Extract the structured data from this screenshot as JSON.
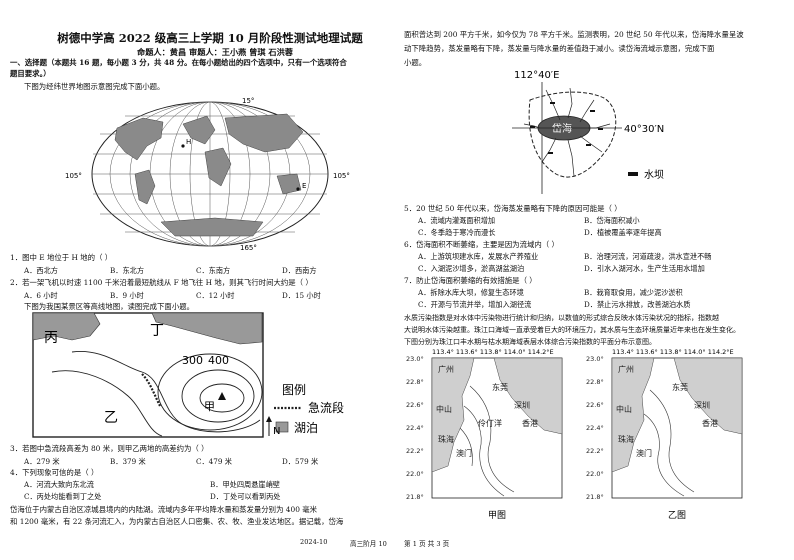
{
  "exam": {
    "title": "树德中学高 2022 级高三上学期 10 月阶段性测试地理试题",
    "authors": "命题人：黄昌   审题人：王小燕  曾琪  石洪蓉",
    "section_heading_1": "一、选择题（本题共 16 题，每小题 3 分，共 48 分。在每小题给出的四个选项中，只有一个选项符合",
    "section_heading_2": "题目要求。）",
    "intro_map": "下图为经纬世界地图示意图完成下面小题。"
  },
  "world_map": {
    "labels": {
      "top_lon": "15°",
      "left_lon": "105°",
      "right_lon": "105°",
      "bottom_lon": "165°",
      "point_e": "E",
      "point_h": "H"
    }
  },
  "questions": {
    "q1": {
      "stem": "1．图中 E 地位于 H 地的（        ）",
      "a": "A．西北方",
      "b": "B．东北方",
      "c": "C．东南方",
      "d": "D．西南方"
    },
    "q2": {
      "stem": "2．若一架飞机以时速 1100 千米沿着最短航线从 F 地飞往 H 地，则其飞行时间大约是（        ）",
      "a": "A．6 小时",
      "b": "B．9 小时",
      "c": "C．12 小时",
      "d": "D．15 小时"
    },
    "intro_contour": "下图为我国某景区等高线地图，读图完成下面小题。",
    "q3": {
      "stem": "3．若图中急流段高差为 80 米，则甲乙两地的高差约为（        ）",
      "a": "A．279 米",
      "b": "B．379 米",
      "c": "C．479 米",
      "d": "D．579 米"
    },
    "q4": {
      "stem": "4．下列现象可信的是（        ）",
      "a": "A．河流大致向东北流",
      "b": "B．甲处四周悬崖峭壁",
      "c": "C．丙处均能看到丁之处",
      "d": "D．丁处可以看到丙处"
    },
    "passage_1": "    岱海位于内蒙古自治区凉城县境内的内陆湖。流域内多年平均降水量和蒸发量分别为 400 毫米",
    "passage_2": "和 1200 毫米，有 22 条河流汇入，为内蒙古自治区人口密集、农、牧、渔业发达地区。据记载，岱海",
    "q5": {
      "stem": "5．20 世纪 50 年代以来，岱海蒸发量略有下降的原因可能是（        ）",
      "a": "A．流域内灌溉面积增加",
      "b": "B．岱海面积减小",
      "c": "C．冬季趋于寒冷而漫长",
      "d": "D．植被覆盖率逐年提高"
    },
    "q6": {
      "stem": "6．岱海面积不断萎缩，主要是因为流域内（        ）",
      "a": "A．上游筑坝建水库，发展水产养殖业",
      "b": "B．治理河流，河道疏浚，洪水宣泄不畅",
      "c": "C．入湖泥沙增多，淤高湖盆湖泊",
      "d": "D．引水入湖河水，生产生活用水增加"
    },
    "q7": {
      "stem": "7．防止岱海面积萎缩的有效措施是（        ）",
      "a": "A．拆除水库大坝，修复生态环境",
      "b": "B．栽育取食用，减少泥沙淤积",
      "c": "C．开源与节流并举，增加入湖径流",
      "d": "D．禁止污水排放，改善湖泊水质"
    },
    "passage_3": "    水质污染指数是对水体中污染物进行统计和归纳，以数值的形式综合反映水体污染状况的指标，指数越",
    "passage_4": "大说明水体污染越重。珠江口海域一直承受着巨大的环境压力，其水质与生态环境质量近年来也在发生变化。",
    "passage_5": "下图分别为珠江口丰水期与枯水期海域表层水体综合污染指数的平面分布示意图。"
  },
  "right_top": {
    "line1": "面积曾达到 200 平方千米，如今仅为 78 平方千米。监测表明，20 世纪 50 年代以来，岱海降水量呈波",
    "line2": "动下降趋势，蒸发量略有下降，蒸发量与降水量的差值趋于减小。读岱海流域示意图，完成下面",
    "line3": "小题。"
  },
  "daihai_map": {
    "lon_label": "112°40′E",
    "lat_label": "40°30′N",
    "lake_label": "岱海",
    "legend_dam": "水坝"
  },
  "contour_map": {
    "label_bing": "丙",
    "label_ding": "丁",
    "label_yi": "乙",
    "label_jia": "甲",
    "contour_300": "300",
    "contour_400": "400",
    "legend_title": "图例",
    "legend_rapids": "急流段",
    "legend_lake": "湖泊",
    "north": "N"
  },
  "prd_maps": {
    "top_ticks": "113.4° 113.6° 113.8° 114.0° 114.2°E",
    "lat_ticks": [
      "23.0°",
      "22.8°",
      "22.6°",
      "22.4°",
      "22.2°",
      "22.0°",
      "21.8°"
    ],
    "places": {
      "guangzhou": "广州",
      "dongguan": "东莞",
      "zhongshan": "中山",
      "shenzhen": "深圳",
      "hongkong": "香港",
      "zhuhai": "珠海",
      "macau": "澳门",
      "lingding": "伶仃洋"
    },
    "caption_a": "甲图",
    "caption_b": "乙图"
  },
  "footer": {
    "date": "2024-10",
    "grade": "高三阶月 10",
    "page": "第 1 页  共 3 页"
  }
}
